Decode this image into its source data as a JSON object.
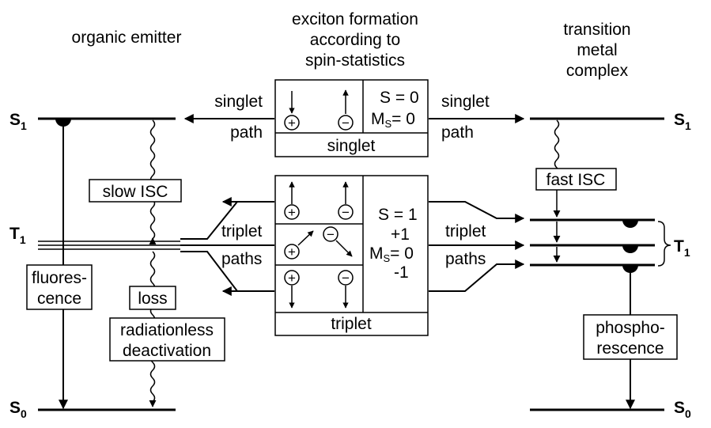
{
  "left_panel": {
    "title": "organic emitter",
    "s1": "S",
    "s1_sub": "1",
    "t1": "T",
    "t1_sub": "1",
    "s0": "S",
    "s0_sub": "0",
    "slow_isc": "slow ISC",
    "fluorescence_line1": "fluores-",
    "fluorescence_line2": "cence",
    "loss": "loss",
    "radiationless_line1": "radiationless",
    "radiationless_line2": "deactivation"
  },
  "center_panel": {
    "title_line1": "exciton formation",
    "title_line2": "according to",
    "title_line3": "spin-statistics",
    "singlet_label": "singlet",
    "singlet_s": "S = 0",
    "singlet_ms": "M",
    "singlet_ms_sub": "S",
    "singlet_ms_val": "= 0",
    "triplet_label": "triplet",
    "triplet_s": "S = 1",
    "triplet_ms_p1": "+1",
    "triplet_ms": "M",
    "triplet_ms_sub": "S",
    "triplet_ms_val": "=  0",
    "triplet_ms_m1": "-1",
    "plus_symbol": "+",
    "minus_symbol": "−"
  },
  "paths": {
    "singlet_path_left_1": "singlet",
    "singlet_path_left_2": "path",
    "singlet_path_right_1": "singlet",
    "singlet_path_right_2": "path",
    "triplet_paths_left_1": "triplet",
    "triplet_paths_left_2": "paths",
    "triplet_paths_right_1": "triplet",
    "triplet_paths_right_2": "paths"
  },
  "right_panel": {
    "title_line1": "transition",
    "title_line2": "metal",
    "title_line3": "complex",
    "s1": "S",
    "s1_sub": "1",
    "t1": "T",
    "t1_sub": "1",
    "s0": "S",
    "s0_sub": "0",
    "fast_isc": "fast ISC",
    "phosphorescence_line1": "phospho-",
    "phosphorescence_line2": "rescence"
  }
}
